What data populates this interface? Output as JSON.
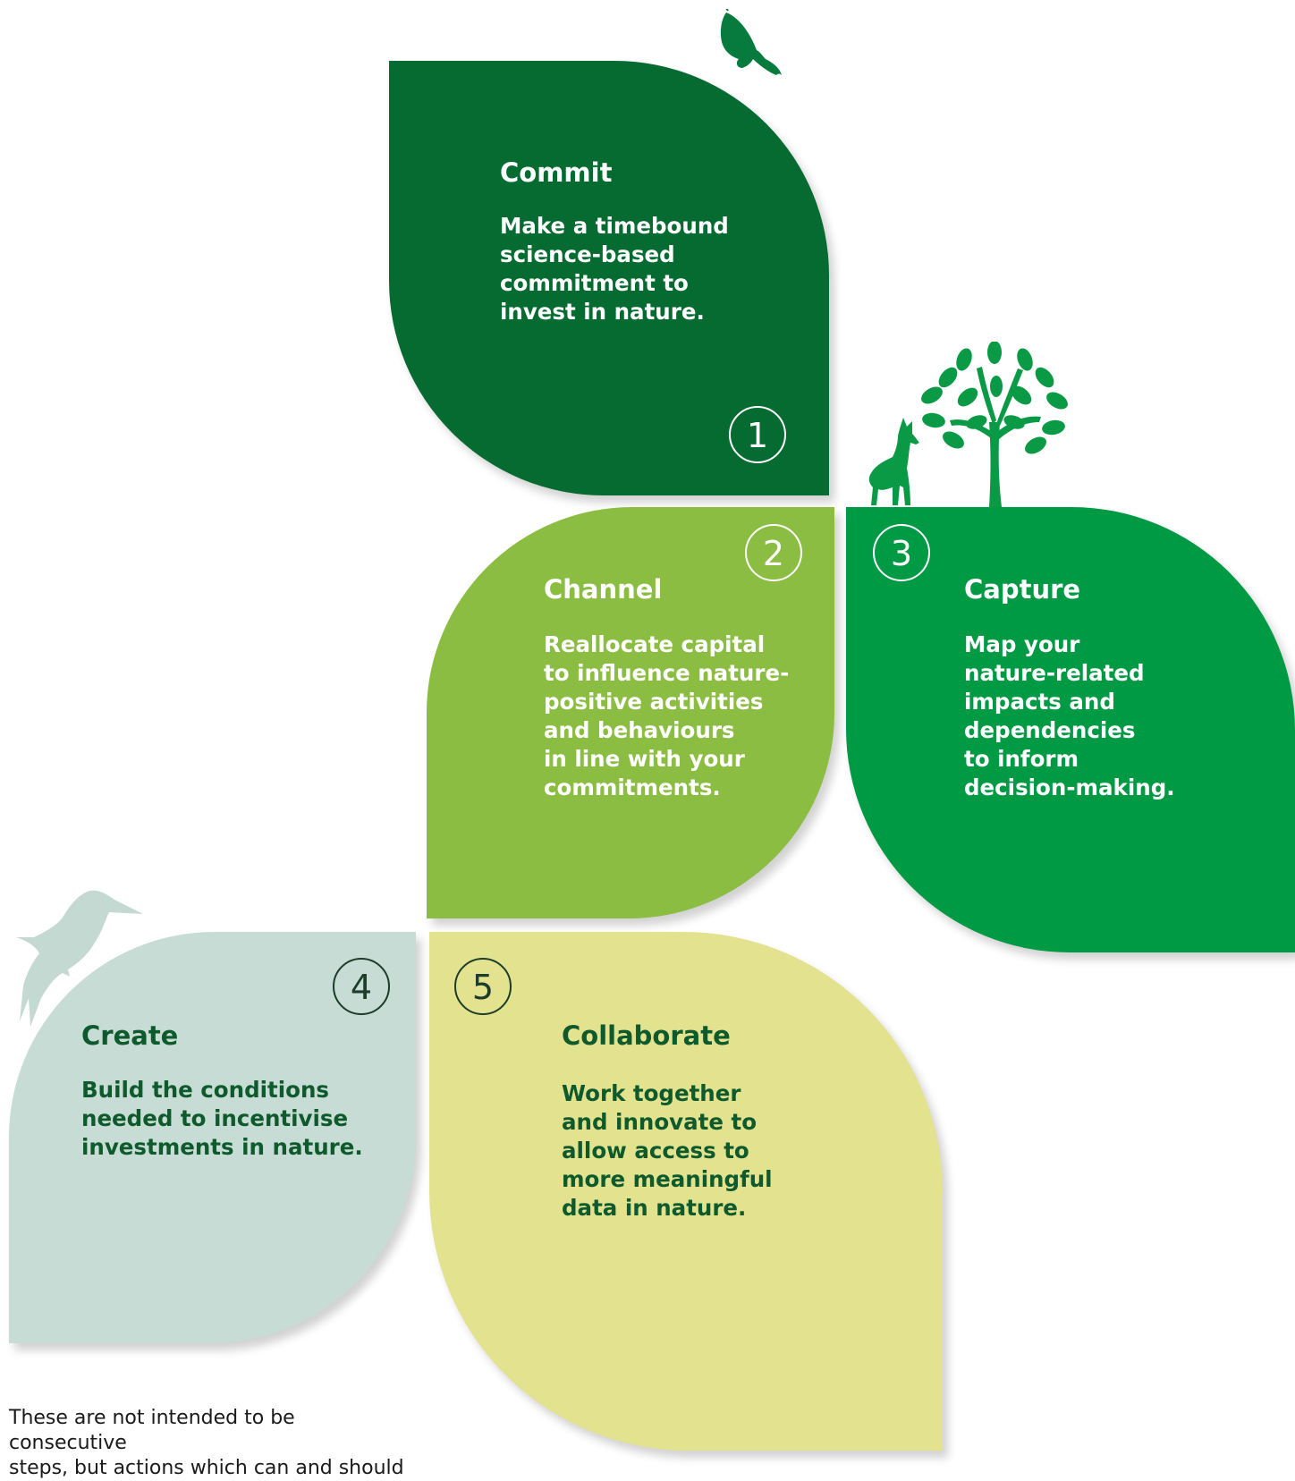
{
  "colors": {
    "commit": "#066b30",
    "channel": "#8bbd42",
    "capture": "#009a44",
    "create": "#c7dcd4",
    "collaborate": "#e3e28f",
    "butterfly": "#077a3e",
    "tree": "#0a9a45",
    "wolf": "#0a9a45",
    "bird": "#c4d9d1"
  },
  "steps": [
    {
      "number": "1",
      "title": "Commit",
      "description": "Make a timebound\nscience-based\ncommitment to\ninvest in nature."
    },
    {
      "number": "2",
      "title": "Channel",
      "description": "Reallocate capital\nto influence nature-\npositive activities\nand behaviours\nin line with your\ncommitments."
    },
    {
      "number": "3",
      "title": "Capture",
      "description": "Map your\nnature-related\nimpacts and\ndependencies\nto inform\ndecision-making."
    },
    {
      "number": "4",
      "title": "Create",
      "description": "Build the conditions\nneeded to incentivise\ninvestments in nature."
    },
    {
      "number": "5",
      "title": "Collaborate",
      "description": "Work together\nand innovate to\nallow access to\nmore meaningful\ndata in nature."
    }
  ],
  "icons": [
    "butterfly-icon",
    "tree-icon",
    "wolf-icon",
    "bird-icon"
  ],
  "footnote": "These are not intended to be consecutive\nsteps, but actions which can and should"
}
